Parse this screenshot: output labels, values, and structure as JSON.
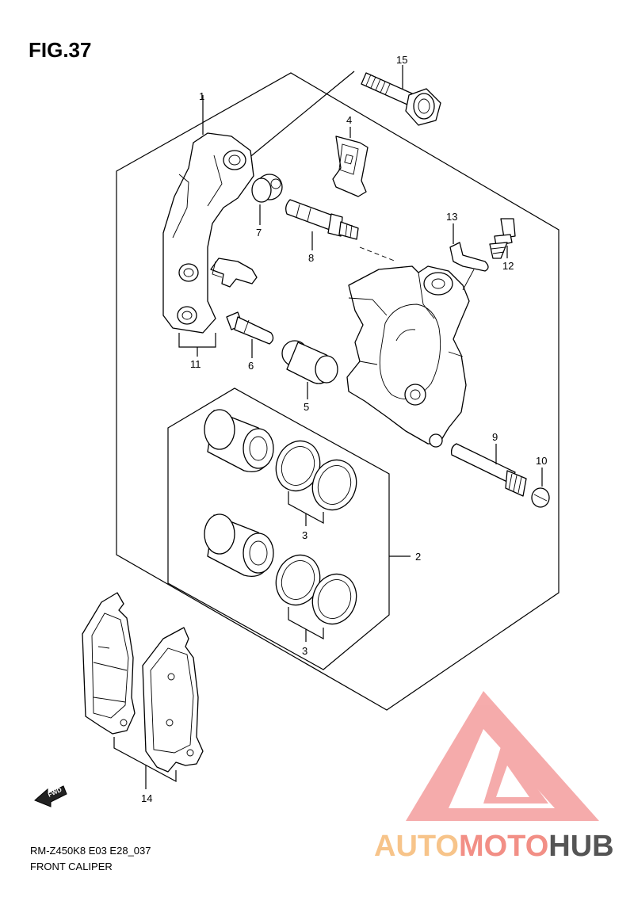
{
  "figure_title": "FIG.37",
  "callouts": {
    "c1": "1",
    "c2": "2",
    "c3a": "3",
    "c3b": "3",
    "c4": "4",
    "c5": "5",
    "c6": "6",
    "c7": "7",
    "c8": "8",
    "c9": "9",
    "c10": "10",
    "c11": "11",
    "c12": "12",
    "c13": "13",
    "c14": "14",
    "c15": "15"
  },
  "fwd_badge": "FWD",
  "footer": {
    "model_code": "RM-Z450K8 E03 E28_037",
    "section_name": "FRONT CALIPER"
  },
  "watermark": {
    "brand": "AUTOMOTOHUB",
    "colors": {
      "auto": "#f7c48a",
      "moto": "#f28f86",
      "hub": "#555555",
      "logo": "#f5a3a3"
    }
  }
}
